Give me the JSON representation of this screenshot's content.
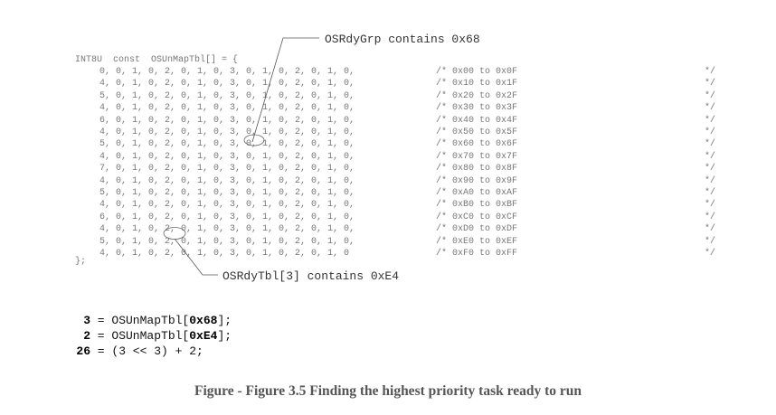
{
  "code": {
    "header": "INT8U  const  OSUnMapTbl[] = {",
    "rows": [
      {
        "values": "0, 0, 1, 0, 2, 0, 1, 0, 3, 0, 1, 0, 2, 0, 1, 0,",
        "comment": "/* 0x00 to 0x0F",
        "end": "*/"
      },
      {
        "values": "4, 0, 1, 0, 2, 0, 1, 0, 3, 0, 1, 0, 2, 0, 1, 0,",
        "comment": "/* 0x10 to 0x1F",
        "end": "*/"
      },
      {
        "values": "5, 0, 1, 0, 2, 0, 1, 0, 3, 0, 1, 0, 2, 0, 1, 0,",
        "comment": "/* 0x20 to 0x2F",
        "end": "*/"
      },
      {
        "values": "4, 0, 1, 0, 2, 0, 1, 0, 3, 0, 1, 0, 2, 0, 1, 0,",
        "comment": "/* 0x30 to 0x3F",
        "end": "*/"
      },
      {
        "values": "6, 0, 1, 0, 2, 0, 1, 0, 3, 0, 1, 0, 2, 0, 1, 0,",
        "comment": "/* 0x40 to 0x4F",
        "end": "*/"
      },
      {
        "values": "4, 0, 1, 0, 2, 0, 1, 0, 3, 0, 1, 0, 2, 0, 1, 0,",
        "comment": "/* 0x50 to 0x5F",
        "end": "*/"
      },
      {
        "values": "5, 0, 1, 0, 2, 0, 1, 0, 3, 0, 1, 0, 2, 0, 1, 0,",
        "comment": "/* 0x60 to 0x6F",
        "end": "*/"
      },
      {
        "values": "4, 0, 1, 0, 2, 0, 1, 0, 3, 0, 1, 0, 2, 0, 1, 0,",
        "comment": "/* 0x70 to 0x7F",
        "end": "*/"
      },
      {
        "values": "7, 0, 1, 0, 2, 0, 1, 0, 3, 0, 1, 0, 2, 0, 1, 0,",
        "comment": "/* 0x80 to 0x8F",
        "end": "*/"
      },
      {
        "values": "4, 0, 1, 0, 2, 0, 1, 0, 3, 0, 1, 0, 2, 0, 1, 0,",
        "comment": "/* 0x90 to 0x9F",
        "end": "*/"
      },
      {
        "values": "5, 0, 1, 0, 2, 0, 1, 0, 3, 0, 1, 0, 2, 0, 1, 0,",
        "comment": "/* 0xA0 to 0xAF",
        "end": "*/"
      },
      {
        "values": "4, 0, 1, 0, 2, 0, 1, 0, 3, 0, 1, 0, 2, 0, 1, 0,",
        "comment": "/* 0xB0 to 0xBF",
        "end": "*/"
      },
      {
        "values": "6, 0, 1, 0, 2, 0, 1, 0, 3, 0, 1, 0, 2, 0, 1, 0,",
        "comment": "/* 0xC0 to 0xCF",
        "end": "*/"
      },
      {
        "values": "4, 0, 1, 0, 2, 0, 1, 0, 3, 0, 1, 0, 2, 0, 1, 0,",
        "comment": "/* 0xD0 to 0xDF",
        "end": "*/"
      },
      {
        "values": "5, 0, 1, 0, 2, 0, 1, 0, 3, 0, 1, 0, 2, 0, 1, 0,",
        "comment": "/* 0xE0 to 0xEF",
        "end": "*/"
      },
      {
        "values": "4, 0, 1, 0, 2, 0, 1, 0, 3, 0, 1, 0, 2, 0, 1, 0",
        "comment": "/* 0xF0 to 0xFF",
        "end": "*/"
      }
    ],
    "footer": "};"
  },
  "callouts": {
    "top": "OSRdyGrp contains 0x68",
    "bottom": "OSRdyTbl[3] contains 0xE4"
  },
  "expressions": [
    {
      "result": "3",
      "mid": " = OSUnMapTbl[",
      "arg": "0x68",
      "tail": "];"
    },
    {
      "result": "2",
      "mid": " = OSUnMapTbl[",
      "arg": "0xE4",
      "tail": "];"
    },
    {
      "result": "26",
      "mid": " = (3 << 3) + 2;",
      "arg": "",
      "tail": ""
    }
  ],
  "caption": "Figure - Figure 3.5 Finding the highest priority task ready to run"
}
